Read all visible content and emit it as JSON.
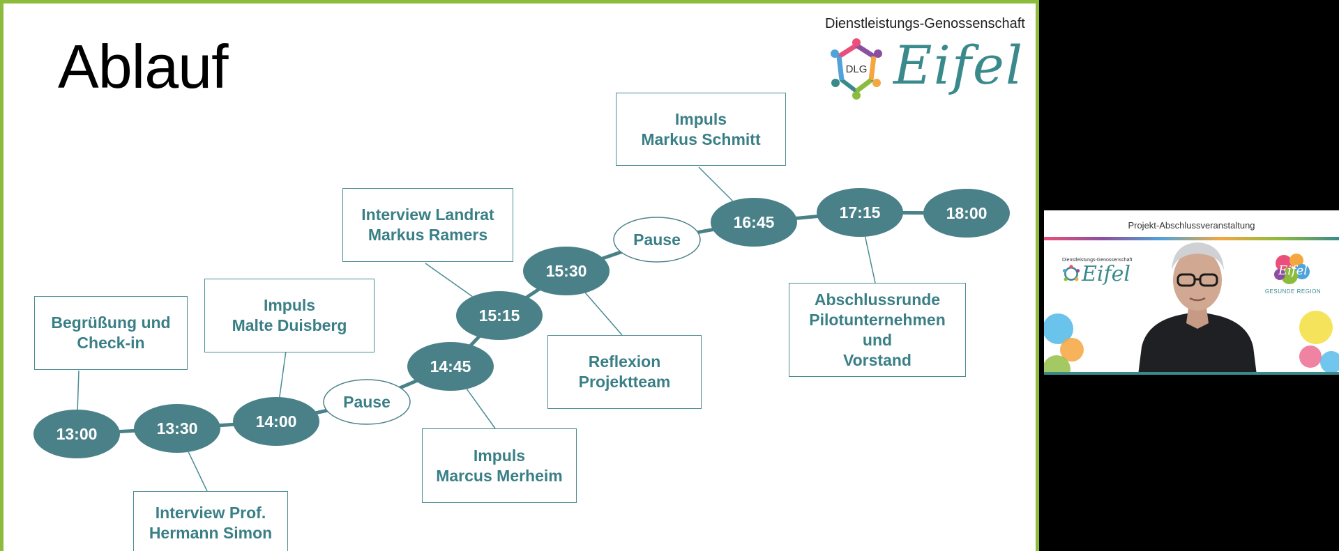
{
  "slide": {
    "title": "Ablauf",
    "logo": {
      "tagline": "Dienstleistungs-Genossenschaft",
      "badge": "DLG",
      "name": "Eifel"
    },
    "timeline": [
      {
        "time": "13:00"
      },
      {
        "time": "13:30"
      },
      {
        "time": "14:00"
      },
      {
        "pause": "Pause"
      },
      {
        "time": "14:45"
      },
      {
        "time": "15:15"
      },
      {
        "time": "15:30"
      },
      {
        "pause": "Pause"
      },
      {
        "time": "16:45"
      },
      {
        "time": "17:15"
      },
      {
        "time": "18:00"
      }
    ],
    "sessions": [
      {
        "text": "Begrüßung und\nCheck-in",
        "at": "13:00"
      },
      {
        "text": "Interview Prof.\nHermann Simon",
        "at": "13:30"
      },
      {
        "text": "Impuls\nMalte Duisberg",
        "at": "14:00"
      },
      {
        "text": "Impuls\nMarcus Merheim",
        "at": "14:45"
      },
      {
        "text": "Interview Landrat\nMarkus Ramers",
        "at": "15:15"
      },
      {
        "text": "Reflexion\nProjektteam",
        "at": "15:30"
      },
      {
        "text": "Impuls\nMarkus Schmitt",
        "at": "16:45"
      },
      {
        "text": "Abschlussrunde\nPilotunternehmen\nund\nVorstand",
        "at": "17:15"
      }
    ],
    "colors": {
      "node": "#4a8189",
      "text": "#3a7f86",
      "border": "#8dbb3c"
    }
  },
  "webcam": {
    "title": "Projekt-Abschlussveranstaltung",
    "left_logo": {
      "tagline": "Dienstleistungs-Genossenschaft",
      "name": "Eifel"
    },
    "right_logo": {
      "name": "Eifel",
      "tagline": "GESUNDE REGION"
    }
  }
}
